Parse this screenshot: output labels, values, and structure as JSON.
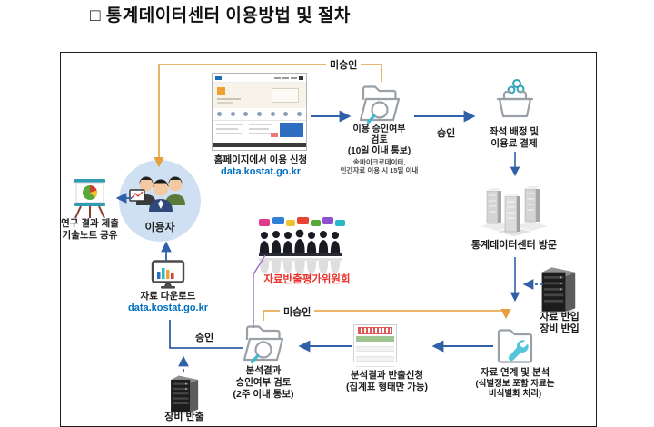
{
  "title": "□ 통계데이터센터 이용방법 및 절차",
  "diagram": {
    "nodes": {
      "homepage": {
        "caption": "홈페이지에서 이용 신청",
        "url": "data.kostat.go.kr"
      },
      "usage_review": {
        "line1": "이용 승인여부",
        "line2": "검토",
        "line3": "(10일 이내 통보)",
        "note1": "※마이크로데이터,",
        "note2": "민간자료 이용 시 15일 이내"
      },
      "seat_payment": {
        "line1": "좌석 배정 및",
        "line2": "이용료 결제"
      },
      "center_visit": {
        "label": "통계데이터센터 방문"
      },
      "data_carry_in": {
        "line1": "자료 반입",
        "line2": "장비 반입"
      },
      "data_analysis": {
        "line1": "자료 연계 및 분석",
        "line2": "(식별정보 포함 자료는",
        "line3": "비식별화 처리)"
      },
      "export_request": {
        "line1": "분석결과 반출신청",
        "line2": "(집계표 형태만 가능)"
      },
      "result_review": {
        "line1": "분석결과",
        "line2": "승인여부 검토",
        "line3": "(2주 이내 통보)"
      },
      "equipment_out": {
        "label": "장비 반출"
      },
      "data_download": {
        "caption": "자료 다운로드",
        "url": "data.kostat.go.kr"
      },
      "user": {
        "label": "이용자"
      },
      "research_output": {
        "line1": "연구 결과 제출",
        "line2": "기술노트 공유"
      },
      "committee": {
        "label": "자료반출평가위원회"
      }
    },
    "edge_labels": {
      "unapproved_top": "미승인",
      "approved_top": "승인",
      "unapproved_bottom": "미승인",
      "approved_bottom": "승인"
    },
    "colors": {
      "arrow_blue": "#3060a8",
      "line_orange": "#e69f3c",
      "line_purple": "#a06cc8",
      "url_blue": "#0070c0",
      "committee_red": "#e8322c",
      "user_circle_fill": "#cfe0f2"
    }
  }
}
